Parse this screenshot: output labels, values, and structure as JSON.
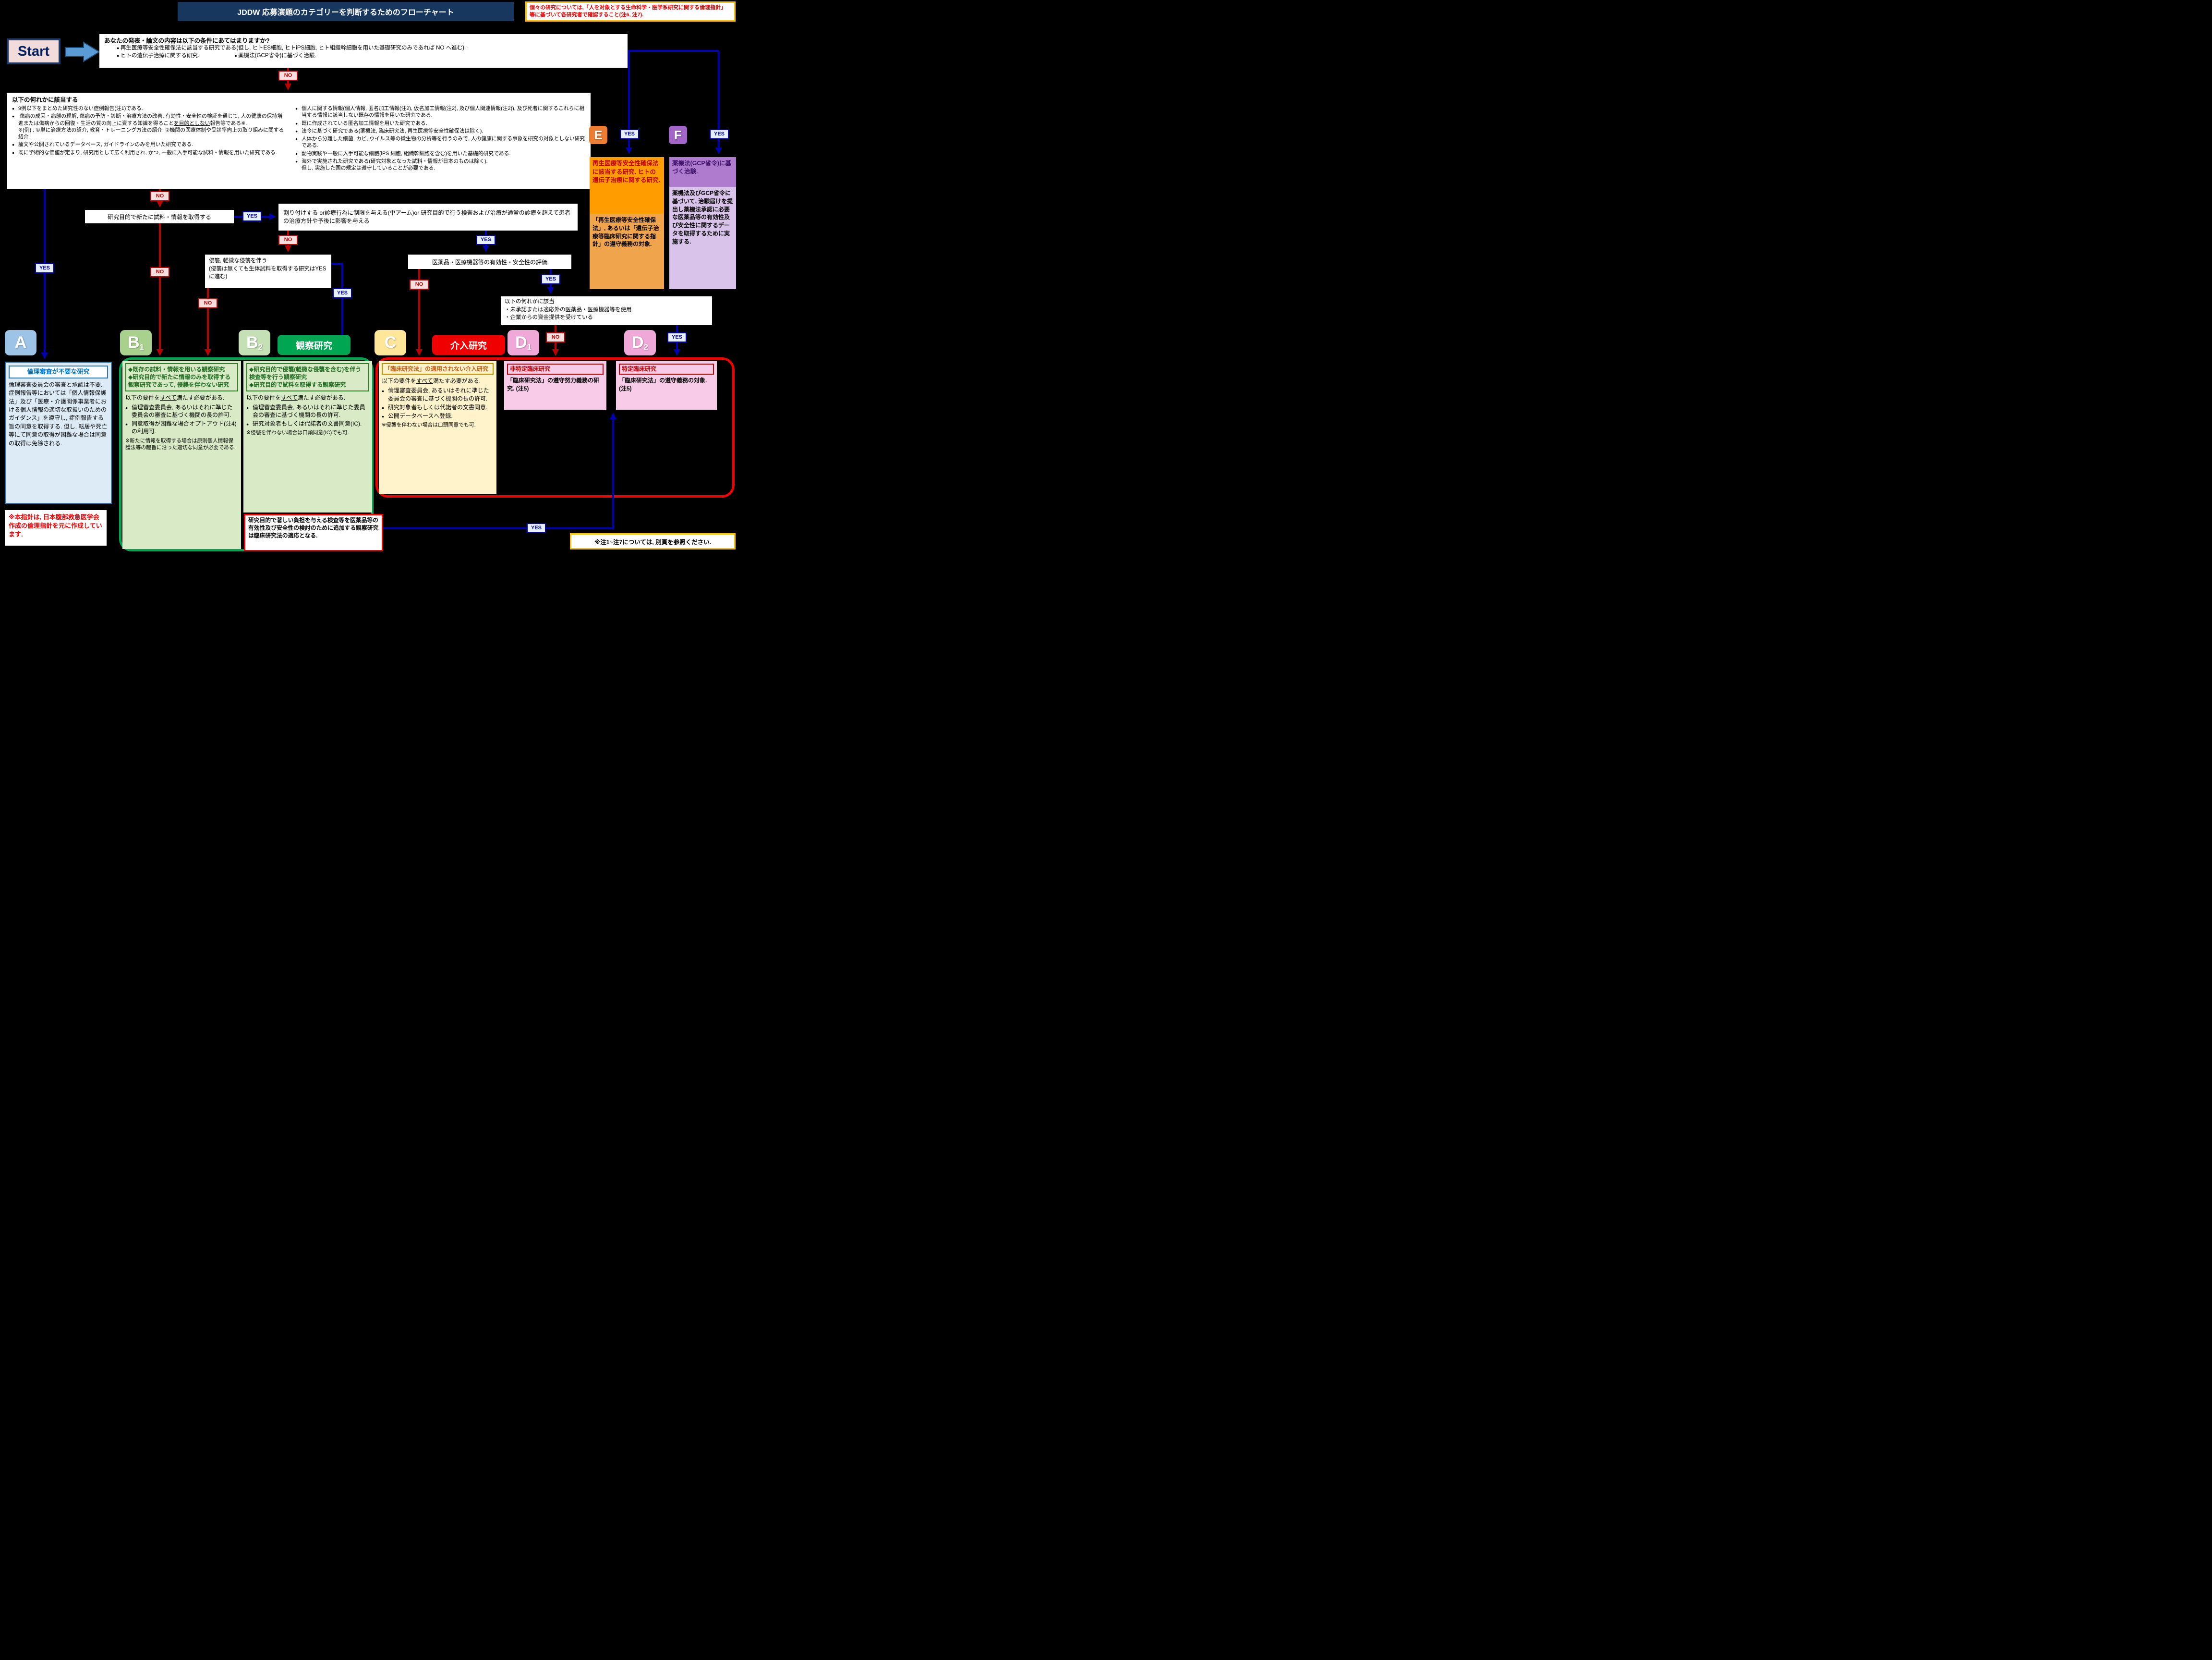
{
  "page": {
    "title": "JDDW 応募演題のカテゴリーを判断するためのフローチャート",
    "top_note": "個々の研究については,「人を対象とする生命科学・医学系研究に関する倫理指針」等に基づいて各研究者で確認すること(注6, 注7).",
    "bottom_left_note": "※本指針は, 日本腹部救急医学会作成の倫理指針を元に作成しています.",
    "bottom_mid_note": "研究目的で著しい負担を与える検査等を医薬品等の有効性及び安全性の検討のために追加する観察研究は臨床研究法の適応となる.",
    "bottom_right_note": "※注1~注7については, 別頁を参照ください."
  },
  "labels": {
    "start": "Start",
    "yes": "YES",
    "no": "NO"
  },
  "q1": {
    "title": "あなたの発表・論文の内容は以下の条件にあてはまりますか?",
    "item1": "再生医療等安全性確保法に該当する研究である(但し, ヒトES細胞, ヒトiPS細胞, ヒト組織幹細胞を用いた基礎研究のみであれば NO へ進む).",
    "item2": "ヒトの遺伝子治療に関する研究.",
    "item3": "薬機法(GCP省令)に基づく治験."
  },
  "q2": {
    "title": "以下の何れかに該当する",
    "left": [
      "9例以下をまとめた研究性のない症例報告(注1)である.",
      {
        "pre": "傷病の成因・病態の理解, 傷病の予防・診断・治療方法の改善, 有効性・安全性の検証を通じて, 人の健康の保持増進または傷病からの回復・生活の質の向上に資する知識を得ること",
        "u": "を目的としない",
        "post": "報告等である※.",
        "note": "※(例) : ①単に治療方法の紹介, 教育・トレーニング方法の紹介, ②機関の医療体制や受診率向上の取り組みに関する紹介"
      },
      "論文や公開されているデータベース, ガイドラインのみを用いた研究である.",
      "既に学術的な価値が定まり, 研究用として広く利用され, かつ, 一般に入手可能な試料・情報を用いた研究である."
    ],
    "right": [
      "個人に関する情報(個人情報, 匿名加工情報(注2), 仮名加工情報(注2), 及び個人関連情報(注2)), 及び死者に関するこれらに相当する情報に該当しない既存の情報を用いた研究である.",
      "既に作成されている匿名加工情報を用いた研究である.",
      "法令に基づく研究である(薬機法, 臨床研究法, 再生医療等安全性確保法は除く).",
      "人体から分離した細菌, カビ, ウイルス等の微生物の分析等を行うのみで, 人の健康に関する事象を研究の対象としない研究である.",
      "動物実験や一般に入手可能な細胞(iPS 細胞, 組織幹細胞を含む)を用いた基礎的研究である.",
      "海外で実施された研究である(研究対象となった試料・情報が日本のものは除く).\n但し, 実施した国の規定は遵守していることが必要である."
    ]
  },
  "decisions": {
    "d1": "研究目的で新たに試料・情報を取得する",
    "d2": "割り付けする or診療行為に制限を与える(単アーム)or 研究目的で行う検査および治療が通常の診療を超えて患者の治療方針や予後に影響を与える",
    "d3": "侵襲, 軽微な侵襲を伴う\n(侵襲は無くても生体試料を取得する研究はYESに進む)",
    "d4": "医薬品・医療機器等の有効性・安全性の評価",
    "d5_title": "以下の何れかに該当",
    "d5_item1": "・未承認または適応外の医薬品・医療機器等を使用",
    "d5_item2": "・企業からの資金提供を受けている"
  },
  "req": {
    "pre": "以下の要件を",
    "u": "すべて",
    "post": "満たす必要がある."
  },
  "badges": {
    "observational": "観察研究",
    "interventional": "介入研究"
  },
  "categories": {
    "a": {
      "letter": "A",
      "header": "倫理審査が不要な研究",
      "body": "倫理審査委員会の審査と承認は不要.\n症例報告等においては「個人情報保護法」及び「医療・介護関係事業者における個人情報の適切な取扱いのためのガイダンス」を遵守し, 症例報告する旨の同意を取得する. 但し, 転居や死亡等にて同意の取得が困難な場合は同意の取得は免除される."
    },
    "b1": {
      "letter": "B",
      "sub": "1",
      "head1": "◆既存の試料・情報を用いる観察研究",
      "head2": "◆研究目的で新たに情報のみを取得する観察研究であって, 侵襲を伴わない研究",
      "bullet1": "倫理審査委員会, あるいはそれに準じた委員会の審査に基づく機関の長の許可.",
      "bullet2": "同意取得が困難な場合オプトアウト(注4)の利用可.",
      "note": "※新たに情報を取得する場合は原則個人情報保護法等の趣旨に沿った適切な同意が必要である."
    },
    "b2": {
      "letter": "B",
      "sub": "2",
      "head1": "◆研究目的で侵襲(軽微な侵襲を含む)を伴う検査等を行う観察研究",
      "head2": "◆研究目的で試料を取得する観察研究",
      "bullet1": "倫理審査委員会, あるいはそれに準じた委員会の審査に基づく機関の長の許可.",
      "bullet2": "研究対象者もしくは代諾者の文書同意(IC).",
      "note": "※侵襲を伴わない場合は口頭同意(IC)でも可."
    },
    "c": {
      "letter": "C",
      "header": "「臨床研究法」の適用されない介入研究",
      "bullet1": "倫理審査委員会, あるいはそれに準じた委員会の審査に基づく機関の長の許可.",
      "bullet2": "研究対象者もしくは代諾者の文書同意.",
      "bullet3": "公開データベースへ登録.",
      "note": "※侵襲を伴わない場合は口頭同意でも可."
    },
    "d1": {
      "letter": "D",
      "sub": "1",
      "header": "非特定臨床研究",
      "body": "「臨床研究法」の遵守努力義務の研究. (注5)"
    },
    "d2": {
      "letter": "D",
      "sub": "2",
      "header": "特定臨床研究",
      "body": "「臨床研究法」の遵守義務の対象. (注5)"
    },
    "e": {
      "letter": "E",
      "top": "再生医療等安全性確保法に該当する研究. ヒトの遺伝子治療に関する研究.",
      "bottom": "「再生医療等安全性確保法」, あるいは「遺伝子治療等臨床研究に関する指針」の遵守義務の対象."
    },
    "f": {
      "letter": "F",
      "top": "薬機法(GCP省令)に基づく治験.",
      "bottom": "薬機法及びGCP省令に基づいて, 治験届けを提出し薬機法承認に必要な医薬品等の有効性及び安全性に関するデータを取得するために実施する."
    }
  },
  "colors": {
    "yes_blue": "#0000B3",
    "no_red": "#BB0000",
    "observational_green": "#00A651",
    "interventional_red": "#FF0000",
    "category_a_blue": "#9DC3E6",
    "category_b1_green": "#A9D18E",
    "category_b2_green": "#C5E0B4",
    "category_c_yellow": "#FFE699",
    "category_d_pink": "#F0A8D8",
    "category_e_orange": "#ED7D31",
    "category_f_purple": "#A365C7",
    "title_bar_navy": "#17375E",
    "note_border_gold": "#FFC000"
  }
}
